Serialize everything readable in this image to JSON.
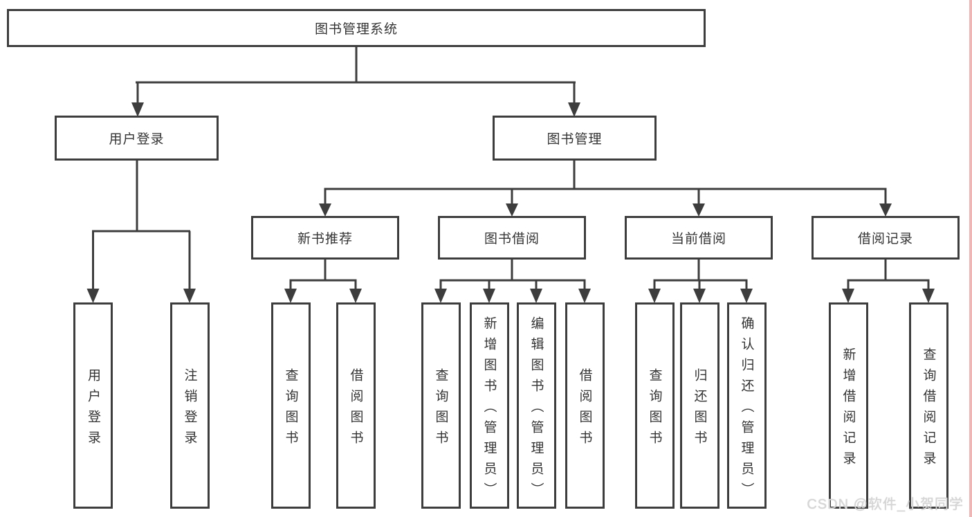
{
  "colors": {
    "line": "#3d3d3d",
    "box_border": "#3d3d3d",
    "text": "#333333",
    "background": "#ffffff",
    "right_edge_strip": "#f0b6b6",
    "watermark_text": "#d6d6d6"
  },
  "diagram": {
    "root": {
      "label": "图书管理系统"
    },
    "level2": [
      {
        "label": "用户登录"
      },
      {
        "label": "图书管理"
      }
    ],
    "level3": [
      {
        "label": "新书推荐"
      },
      {
        "label": "图书借阅"
      },
      {
        "label": "当前借阅"
      },
      {
        "label": "借阅记录"
      }
    ],
    "leaf_groups": {
      "user_login": [
        {
          "label": "用户登录"
        },
        {
          "label": "注销登录"
        }
      ],
      "new_book": [
        {
          "label": "查询图书"
        },
        {
          "label": "借阅图书"
        }
      ],
      "book_borrow": [
        {
          "label": "查询图书"
        },
        {
          "label": "新增图书（管理员）"
        },
        {
          "label": "编辑图书（管理员）"
        },
        {
          "label": "借阅图书"
        }
      ],
      "current_borrow": [
        {
          "label": "查询图书"
        },
        {
          "label": "归还图书"
        },
        {
          "label": "确认归还（管理员）"
        }
      ],
      "borrow_records": [
        {
          "label": "新增借阅记录"
        },
        {
          "label": "查询借阅记录"
        }
      ]
    }
  },
  "watermark": {
    "text": "CSDN @软件_小贺同学"
  }
}
